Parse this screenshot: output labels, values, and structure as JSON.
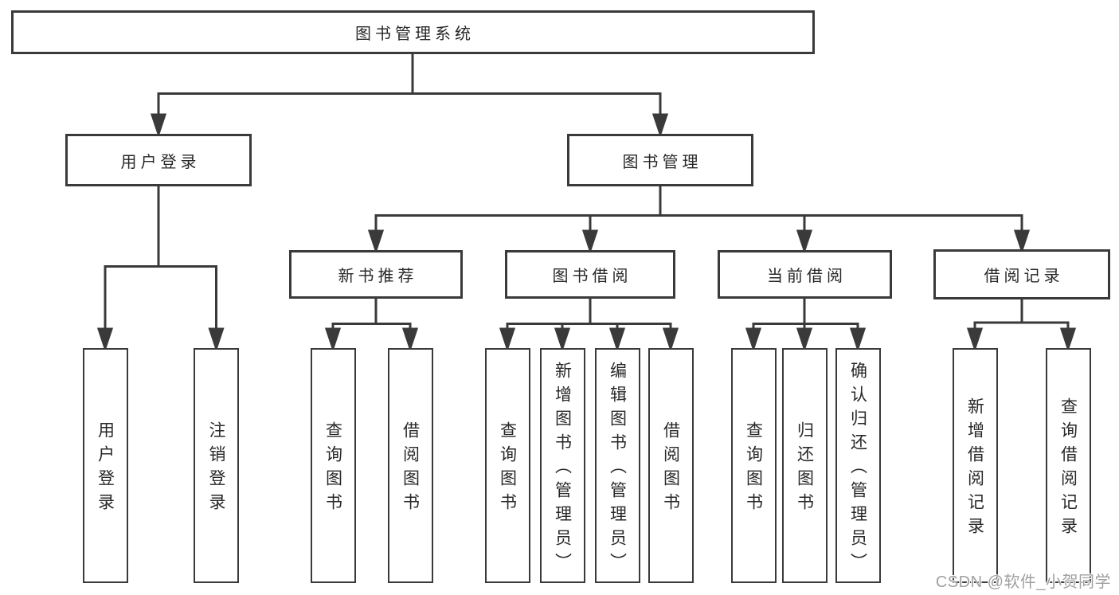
{
  "colors": {
    "line": "#3a3a3a",
    "box_border": "#3a3a3a",
    "box_background": "#ffffff",
    "text": "#282828",
    "watermark_text": "#a0a0a0",
    "page_background": "#ffffff"
  },
  "watermark": {
    "text": "CSDN @软件_小贺同学"
  },
  "tree": {
    "label": "图书管理系统",
    "children": [
      {
        "label": "用户登录",
        "children": [
          {
            "label": "用户登录"
          },
          {
            "label": "注销登录"
          }
        ]
      },
      {
        "label": "图书管理",
        "children": [
          {
            "label": "新书推荐",
            "children": [
              {
                "label": "查询图书"
              },
              {
                "label": "借阅图书"
              }
            ]
          },
          {
            "label": "图书借阅",
            "children": [
              {
                "label": "查询图书"
              },
              {
                "label": "新增图书（管理员）"
              },
              {
                "label": "编辑图书（管理员）"
              },
              {
                "label": "借阅图书"
              }
            ]
          },
          {
            "label": "当前借阅",
            "children": [
              {
                "label": "查询图书"
              },
              {
                "label": "归还图书"
              },
              {
                "label": "确认归还（管理员）"
              }
            ]
          },
          {
            "label": "借阅记录",
            "children": [
              {
                "label": "新增借阅记录"
              },
              {
                "label": "查询借阅记录"
              }
            ]
          }
        ]
      }
    ]
  }
}
